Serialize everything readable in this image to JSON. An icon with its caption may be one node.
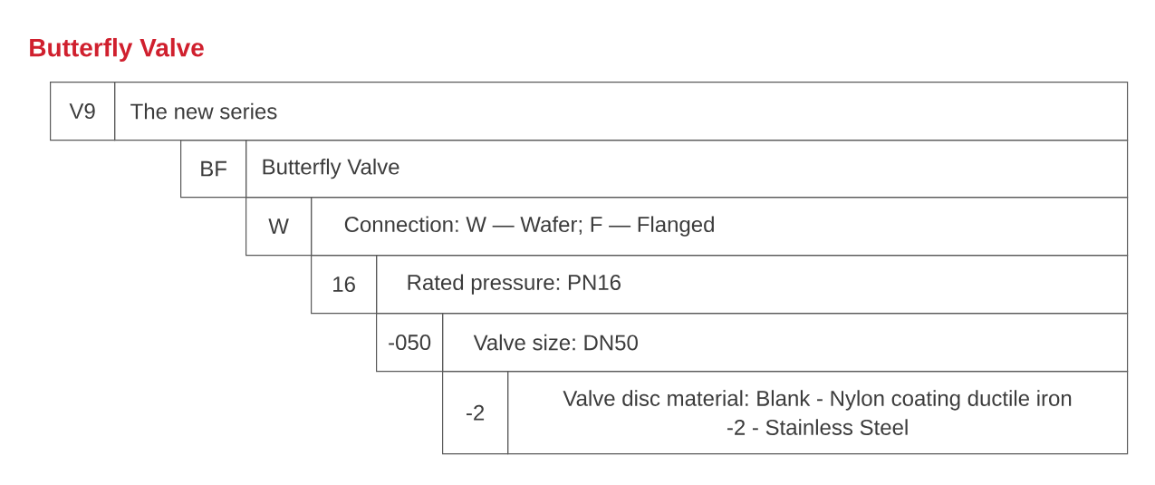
{
  "diagram": {
    "title": "Butterfly Valve",
    "nodes": [
      {
        "text": [
          "V9"
        ]
      },
      {
        "text": [
          "The new series"
        ]
      },
      {
        "text": [
          "BF"
        ]
      },
      {
        "text": [
          "Butterfly Valve"
        ]
      },
      {
        "text": [
          "W"
        ]
      },
      {
        "text": [
          "Connection: W — Wafer; F — Flanged"
        ]
      },
      {
        "text": [
          "16"
        ]
      },
      {
        "text": [
          "Rated pressure: PN16"
        ]
      },
      {
        "text": [
          "-050"
        ]
      },
      {
        "text": [
          "Valve size: DN50"
        ]
      },
      {
        "text": [
          "-2"
        ]
      },
      {
        "text": [
          "Valve disc material: Blank - Nylon coating ductile iron -2 - Stainless Steel"
        ]
      }
    ]
  }
}
